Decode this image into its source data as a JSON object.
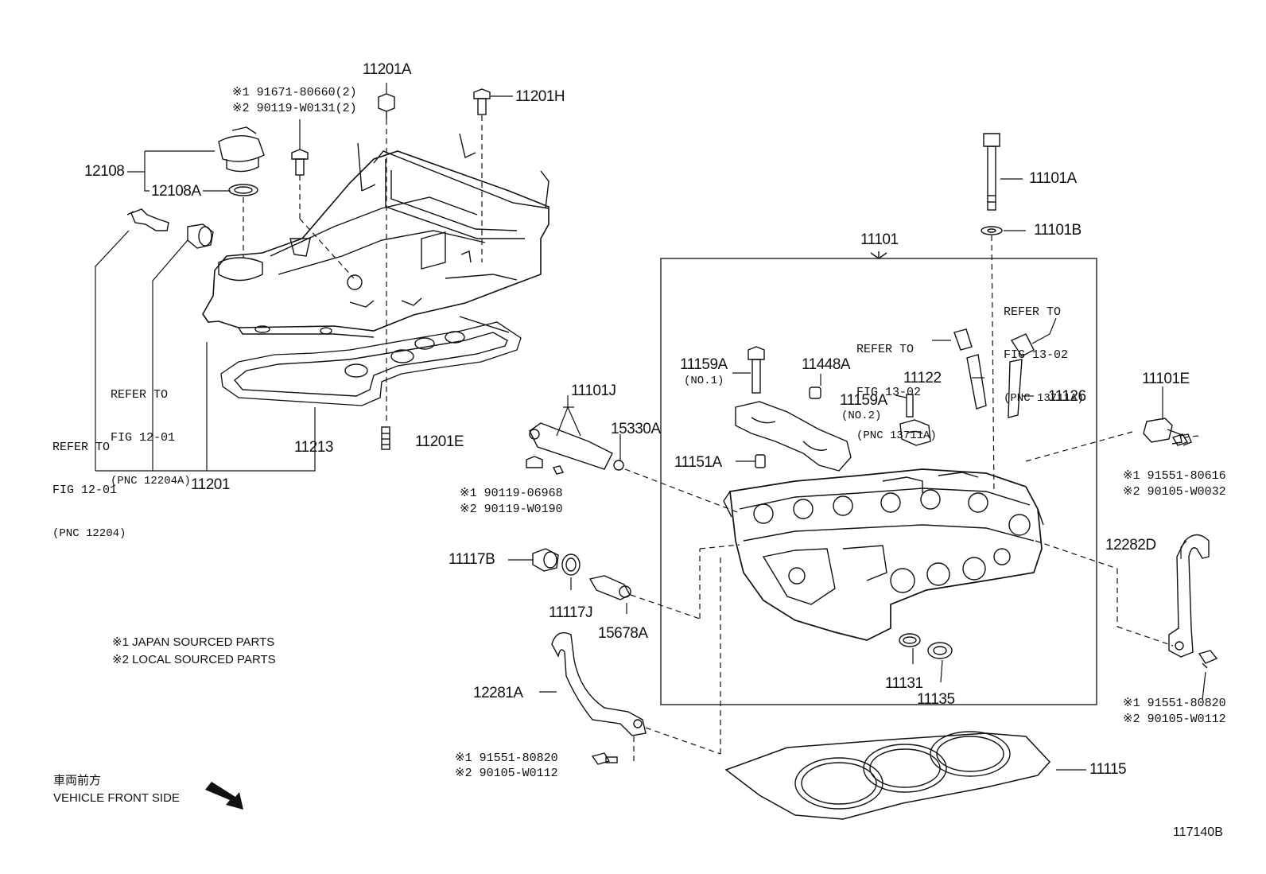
{
  "labels": {
    "p11201A": "11201A",
    "p11201H": "11201H",
    "alt_91671": "※1 91671-80660(2)",
    "alt_90119_w0131": "※2 90119-W0131(2)",
    "p12108": "12108",
    "p12108A": "12108A",
    "p11101A": "11101A",
    "p11101B": "11101B",
    "p11101": "11101",
    "refer_13711A_right": [
      "REFER TO",
      "FIG 13-02",
      "(PNC 13711A)"
    ],
    "refer_13711A_mid": [
      "REFER TO",
      "FIG 13-02",
      "(PNC 13711A)"
    ],
    "p11159A_no1": "11159A",
    "no1": "(NO.1)",
    "p11448A": "11448A",
    "p11122": "11122",
    "p11126": "11126",
    "p11159A_no2": "11159A",
    "no2": "(NO.2)",
    "p11101E": "11101E",
    "p11101J": "11101J",
    "p15330A": "15330A",
    "p11151A": "11151A",
    "refer_12204A": [
      "REFER TO",
      "FIG 12-01",
      "(PNC 12204A)"
    ],
    "refer_12204": [
      "REFER TO",
      "FIG 12-01",
      "(PNC 12204)"
    ],
    "p11213": "11213",
    "p11201E": "11201E",
    "p11201": "11201",
    "alt_90119_06968": "※1 90119-06968",
    "alt_90119_w0190": "※2 90119-W0190",
    "alt_91551_80616": "※1 91551-80616",
    "alt_90105_w0032": "※2 90105-W0032",
    "p12282D": "12282D",
    "p11117B": "11117B",
    "p11117J": "11117J",
    "p15678A": "15678A",
    "p11131": "11131",
    "p11135": "11135",
    "alt_91551_80820_r": "※1 91551-80820",
    "alt_90105_w0112_r": "※2 90105-W0112",
    "p12281A": "12281A",
    "alt_91551_80820_l": "※1 91551-80820",
    "alt_90105_w0112_l": "※2 90105-W0112",
    "p11115": "11115"
  },
  "legend": {
    "line1": "※1 JAPAN SOURCED PARTS",
    "line2": "※2 LOCAL SOURCED PARTS"
  },
  "front": {
    "jp": "車両前方",
    "en": "VEHICLE FRONT SIDE",
    "icon": "arrow-icon"
  },
  "figure_id": "117140B",
  "colors": {
    "line": "#111111",
    "background": "#ffffff"
  }
}
